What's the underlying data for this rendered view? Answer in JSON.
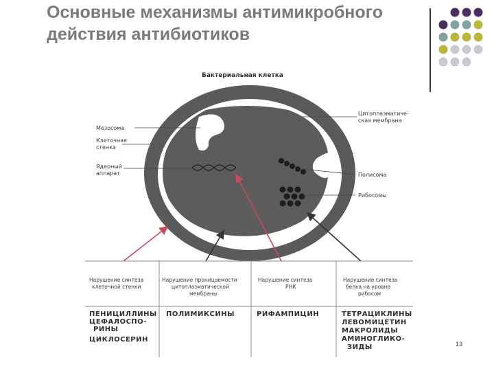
{
  "slide": {
    "title_line1": "Основные механизмы антимикробного",
    "title_line2": "действия антибиотиков",
    "page_number": "13"
  },
  "diagram": {
    "cell_title": "Бактериальная клетка",
    "labels": {
      "mesosome": "Мезосома",
      "cell_wall_1": "Клеточная",
      "cell_wall_2": "стенка",
      "nucleus_1": "Ядерный",
      "nucleus_2": "аппарат",
      "membrane_1": "Цитоплазматиче-",
      "membrane_2": "ская мембрана",
      "polysome": "Полисома",
      "ribosomes": "Рибосомы"
    }
  },
  "table": {
    "headers": [
      {
        "line1": "Нарушение синтеза",
        "line2": "клеточной стенки",
        "line3": ""
      },
      {
        "line1": "Нарушение проницаемости",
        "line2": "цитоплазматической",
        "line3": "мембраны"
      },
      {
        "line1": "Нарушение синтеза",
        "line2": "РНК",
        "line3": ""
      },
      {
        "line1": "Нарушение синтеза",
        "line2": "белка на уровне",
        "line3": "рибосом"
      }
    ],
    "col1_drugs": [
      "ПЕНИЦИЛЛИНЫ",
      "ЦЕФАЛОСПО-",
      "РИНЫ",
      "ЦИКЛОСЕРИН"
    ],
    "col2_drugs": [
      "ПОЛИМИКСИНЫ"
    ],
    "col3_drugs": [
      "РИФАМПИЦИН"
    ],
    "col4_drugs": [
      "ТЕТРАЦИКЛИНЫ",
      "ЛЕВОМИЦЕТИН",
      "МАКРОЛИДЫ",
      "АМИНОГЛИКО-",
      "ЗИДЫ"
    ]
  },
  "colors": {
    "dot_purple": "#4b2d5e",
    "dot_teal": "#7fa3a0",
    "dot_olive": "#b9b63a",
    "dot_gray": "#c9c9d2",
    "arrow_red": "#c9485a",
    "arrow_dark": "#333333"
  }
}
